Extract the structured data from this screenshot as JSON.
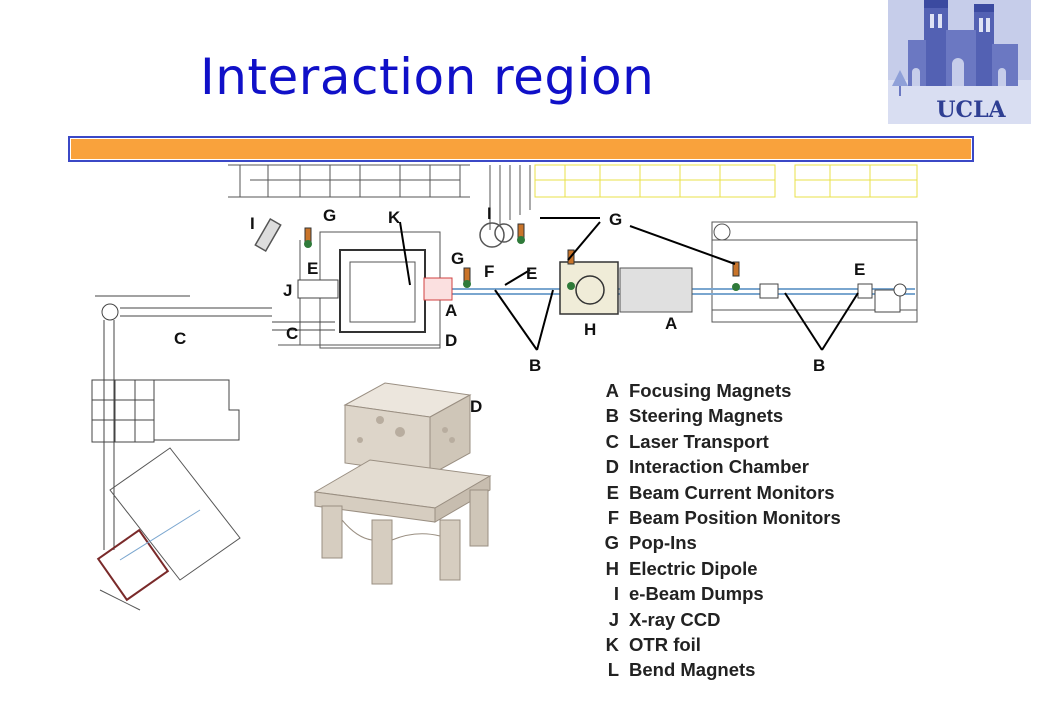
{
  "slide": {
    "title": "Interaction region",
    "logo_text": "UCLA"
  },
  "diagram_labels": {
    "I_left": "I",
    "G_left": "G",
    "K": "K",
    "E_left": "E",
    "J": "J",
    "G_mid": "G",
    "F": "F",
    "E_mid": "E",
    "A_mid": "A",
    "D_upper": "D",
    "C_right": "C",
    "C_left": "C",
    "I_top": "I",
    "G_top": "G",
    "H": "H",
    "A_right": "A",
    "E_right": "E",
    "B_mid": "B",
    "B_right": "B",
    "D_photo": "D"
  },
  "legend": [
    {
      "key": "A",
      "text": "Focusing Magnets"
    },
    {
      "key": "B",
      "text": "Steering Magnets"
    },
    {
      "key": "C",
      "text": "Laser Transport"
    },
    {
      "key": "D",
      "text": "Interaction Chamber"
    },
    {
      "key": "E",
      "text": "Beam Current Monitors"
    },
    {
      "key": "F",
      "text": "Beam Position Monitors"
    },
    {
      "key": "G",
      "text": "Pop-Ins"
    },
    {
      "key": "H",
      "text": "Electric Dipole"
    },
    {
      "key": "I",
      "text": "e-Beam Dumps"
    },
    {
      "key": "J",
      "text": "X-ray CCD"
    },
    {
      "key": "K",
      "text": "OTR foil"
    },
    {
      "key": "L",
      "text": "Bend Magnets"
    }
  ],
  "colors": {
    "title": "#1010c8",
    "bar_fill": "#f9a23c",
    "bar_border": "#3b48c6"
  }
}
